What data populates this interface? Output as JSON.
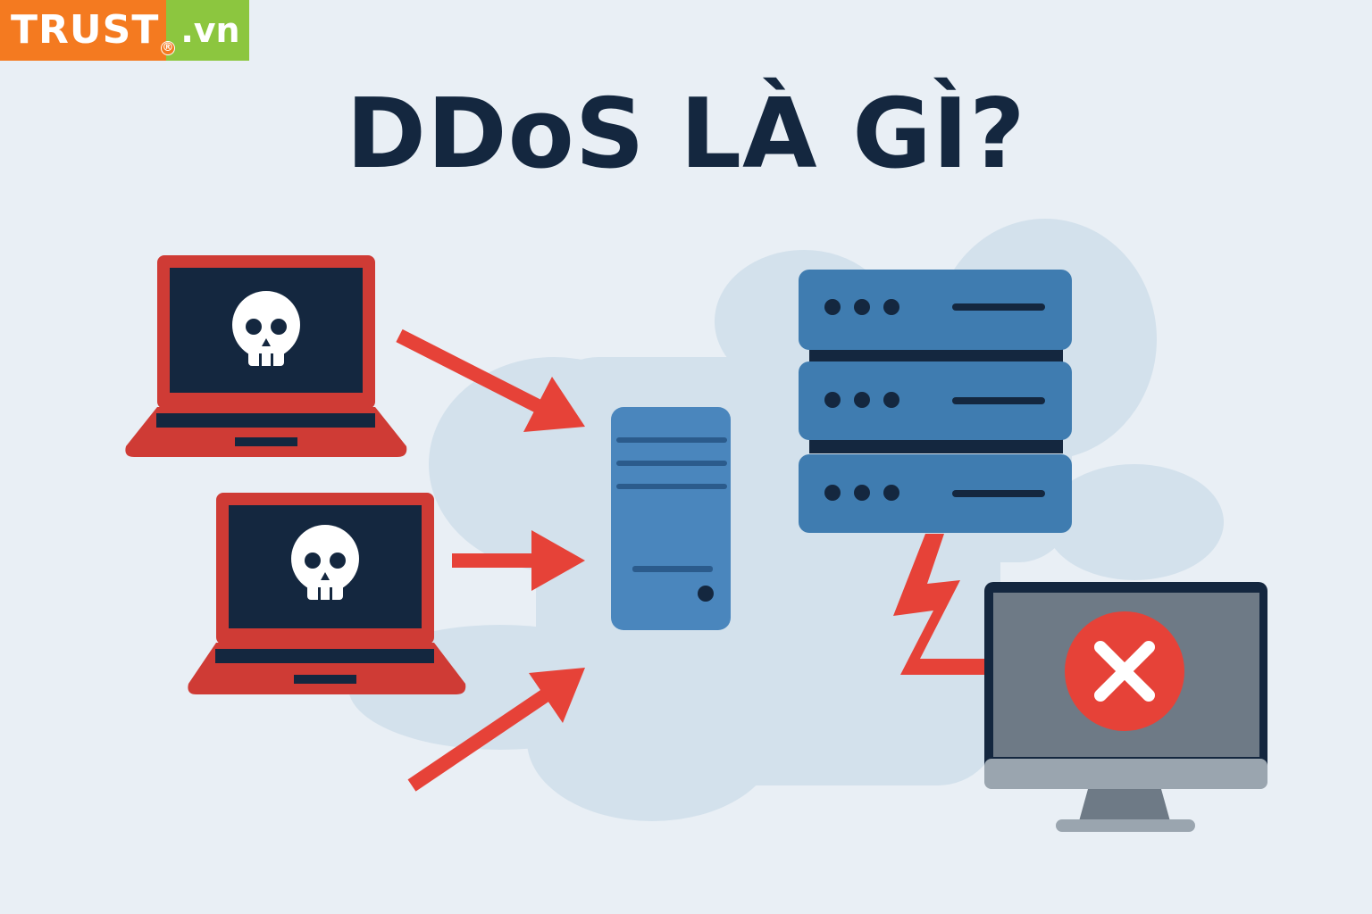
{
  "logo": {
    "main": "TRUST",
    "registered": "®",
    "tld": ".vn"
  },
  "title": "DDoS LÀ GÌ?",
  "icons": {
    "attackers": [
      "laptop-skull-icon",
      "laptop-skull-icon"
    ],
    "target": "server-tower-icon",
    "rack": "server-rack-icon",
    "failure": "monitor-error-icon",
    "link": "lightning-bolt-icon"
  },
  "colors": {
    "background": "#e9eff5",
    "cloud": "#d3e1ec",
    "attack_red": "#e64238",
    "laptop_red": "#cf3b35",
    "screen_dark": "#14273f",
    "server_blue": "#3f7cb0",
    "monitor_gray": "#6e7a86",
    "logo_orange": "#f47a20",
    "logo_green": "#8cc63f"
  }
}
